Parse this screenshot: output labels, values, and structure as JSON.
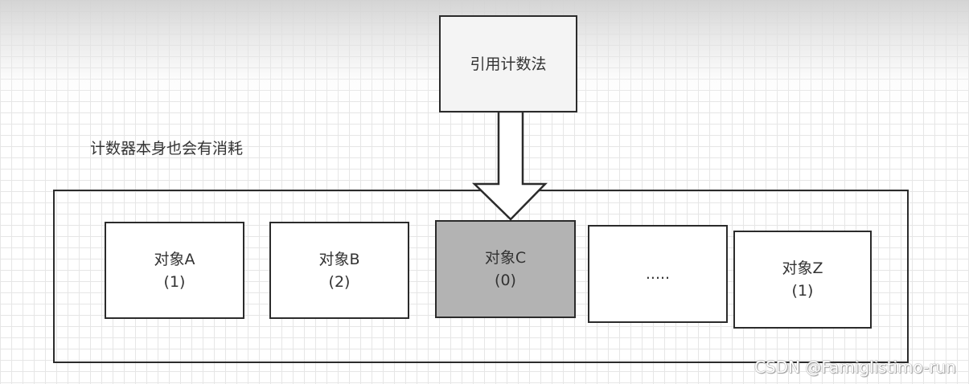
{
  "diagram": {
    "title": "引用计数法",
    "note": "计数器本身也会有消耗",
    "objects": [
      {
        "name": "对象A",
        "count": "(1)"
      },
      {
        "name": "对象B",
        "count": "(2)"
      },
      {
        "name": "对象C",
        "count": "(0)",
        "highlighted": true,
        "fill": "#b3b3b3"
      },
      {
        "name": ".....",
        "count": ""
      },
      {
        "name": "对象Z",
        "count": "(1)"
      }
    ]
  },
  "watermark": "CSDN @Famiglistimo-run",
  "colors": {
    "border": "#2b2b2b",
    "highlight": "#b3b3b3",
    "grid": "#e6e6e6"
  }
}
